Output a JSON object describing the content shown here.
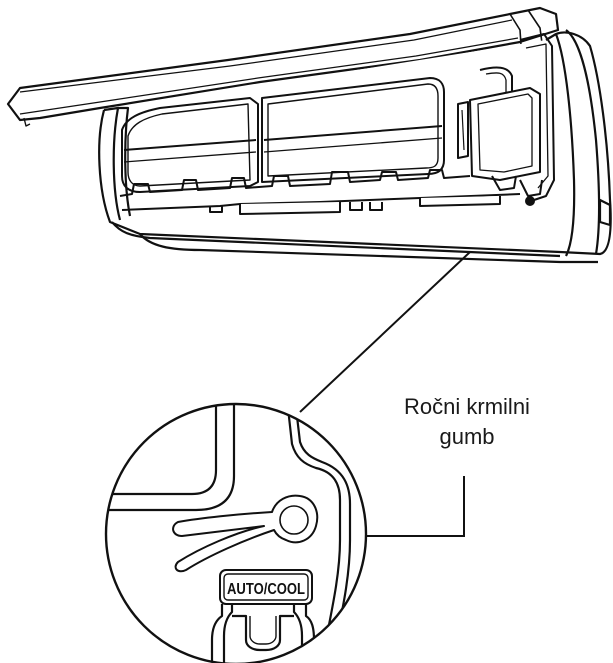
{
  "callout": {
    "label_line1": "Ročni krmilni",
    "label_line2": "gumb"
  },
  "button_marking": "AUTO/COOL",
  "colors": {
    "stroke": "#111111",
    "background": "#ffffff"
  }
}
